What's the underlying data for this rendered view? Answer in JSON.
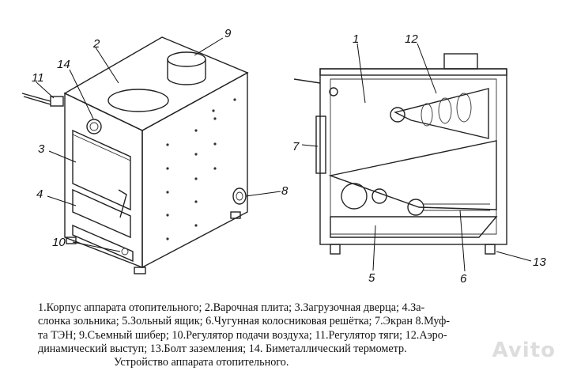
{
  "labels": {
    "left": {
      "n1": "2",
      "n2": "9",
      "n3": "14",
      "n4": "11",
      "n5": "3",
      "n6": "4",
      "n7": "8",
      "n8": "10"
    },
    "right": {
      "n1": "1",
      "n2": "12",
      "n3": "7",
      "n4": "5",
      "n5": "6",
      "n6": "13"
    }
  },
  "caption": {
    "line1": "1.Корпус аппарата отопительного; 2.Варочная плита; 3.Загрузочная дверца; 4.За-",
    "line2": "слонка зольника; 5.Зольный ящик; 6.Чугунная колосниковая решётка; 7.Экран 8.Муф-",
    "line3": "та ТЭН; 9.Съемный шибер; 10.Регулятор подачи воздуха; 11.Регулятор тяги; 12.Аэро-",
    "line4": "динамический выступ; 13.Болт заземления; 14. Биметаллический термометр.",
    "title": "Устройство аппарата отопительного."
  },
  "watermark": "Avito"
}
